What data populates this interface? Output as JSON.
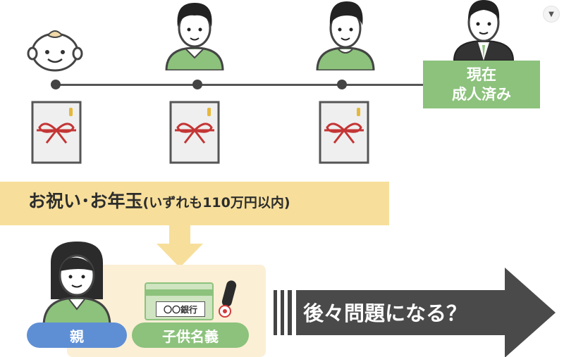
{
  "status_box": {
    "text": "現在\n成人済み"
  },
  "banner": {
    "main": "お祝い･お年玉",
    "sub": "(いずれも110万円以内)"
  },
  "account": {
    "parent_label": "親",
    "holder_label": "子供名義",
    "bank_label": "〇〇銀行"
  },
  "question": {
    "text": "後々問題になる？"
  },
  "icons": [
    "baby-icon",
    "child-icon",
    "teen-icon",
    "adult-icon",
    "gift-envelope-icon",
    "arrow-down-icon",
    "mother-icon",
    "bank-card-icon",
    "seal-stamp-icon",
    "big-arrow-icon",
    "menu-chevron-icon"
  ],
  "colors": {
    "green": "#8cc27c",
    "yellow": "#f7df9b",
    "blue": "#5e8fd5",
    "dark": "#555555",
    "red": "#d33a3a"
  }
}
